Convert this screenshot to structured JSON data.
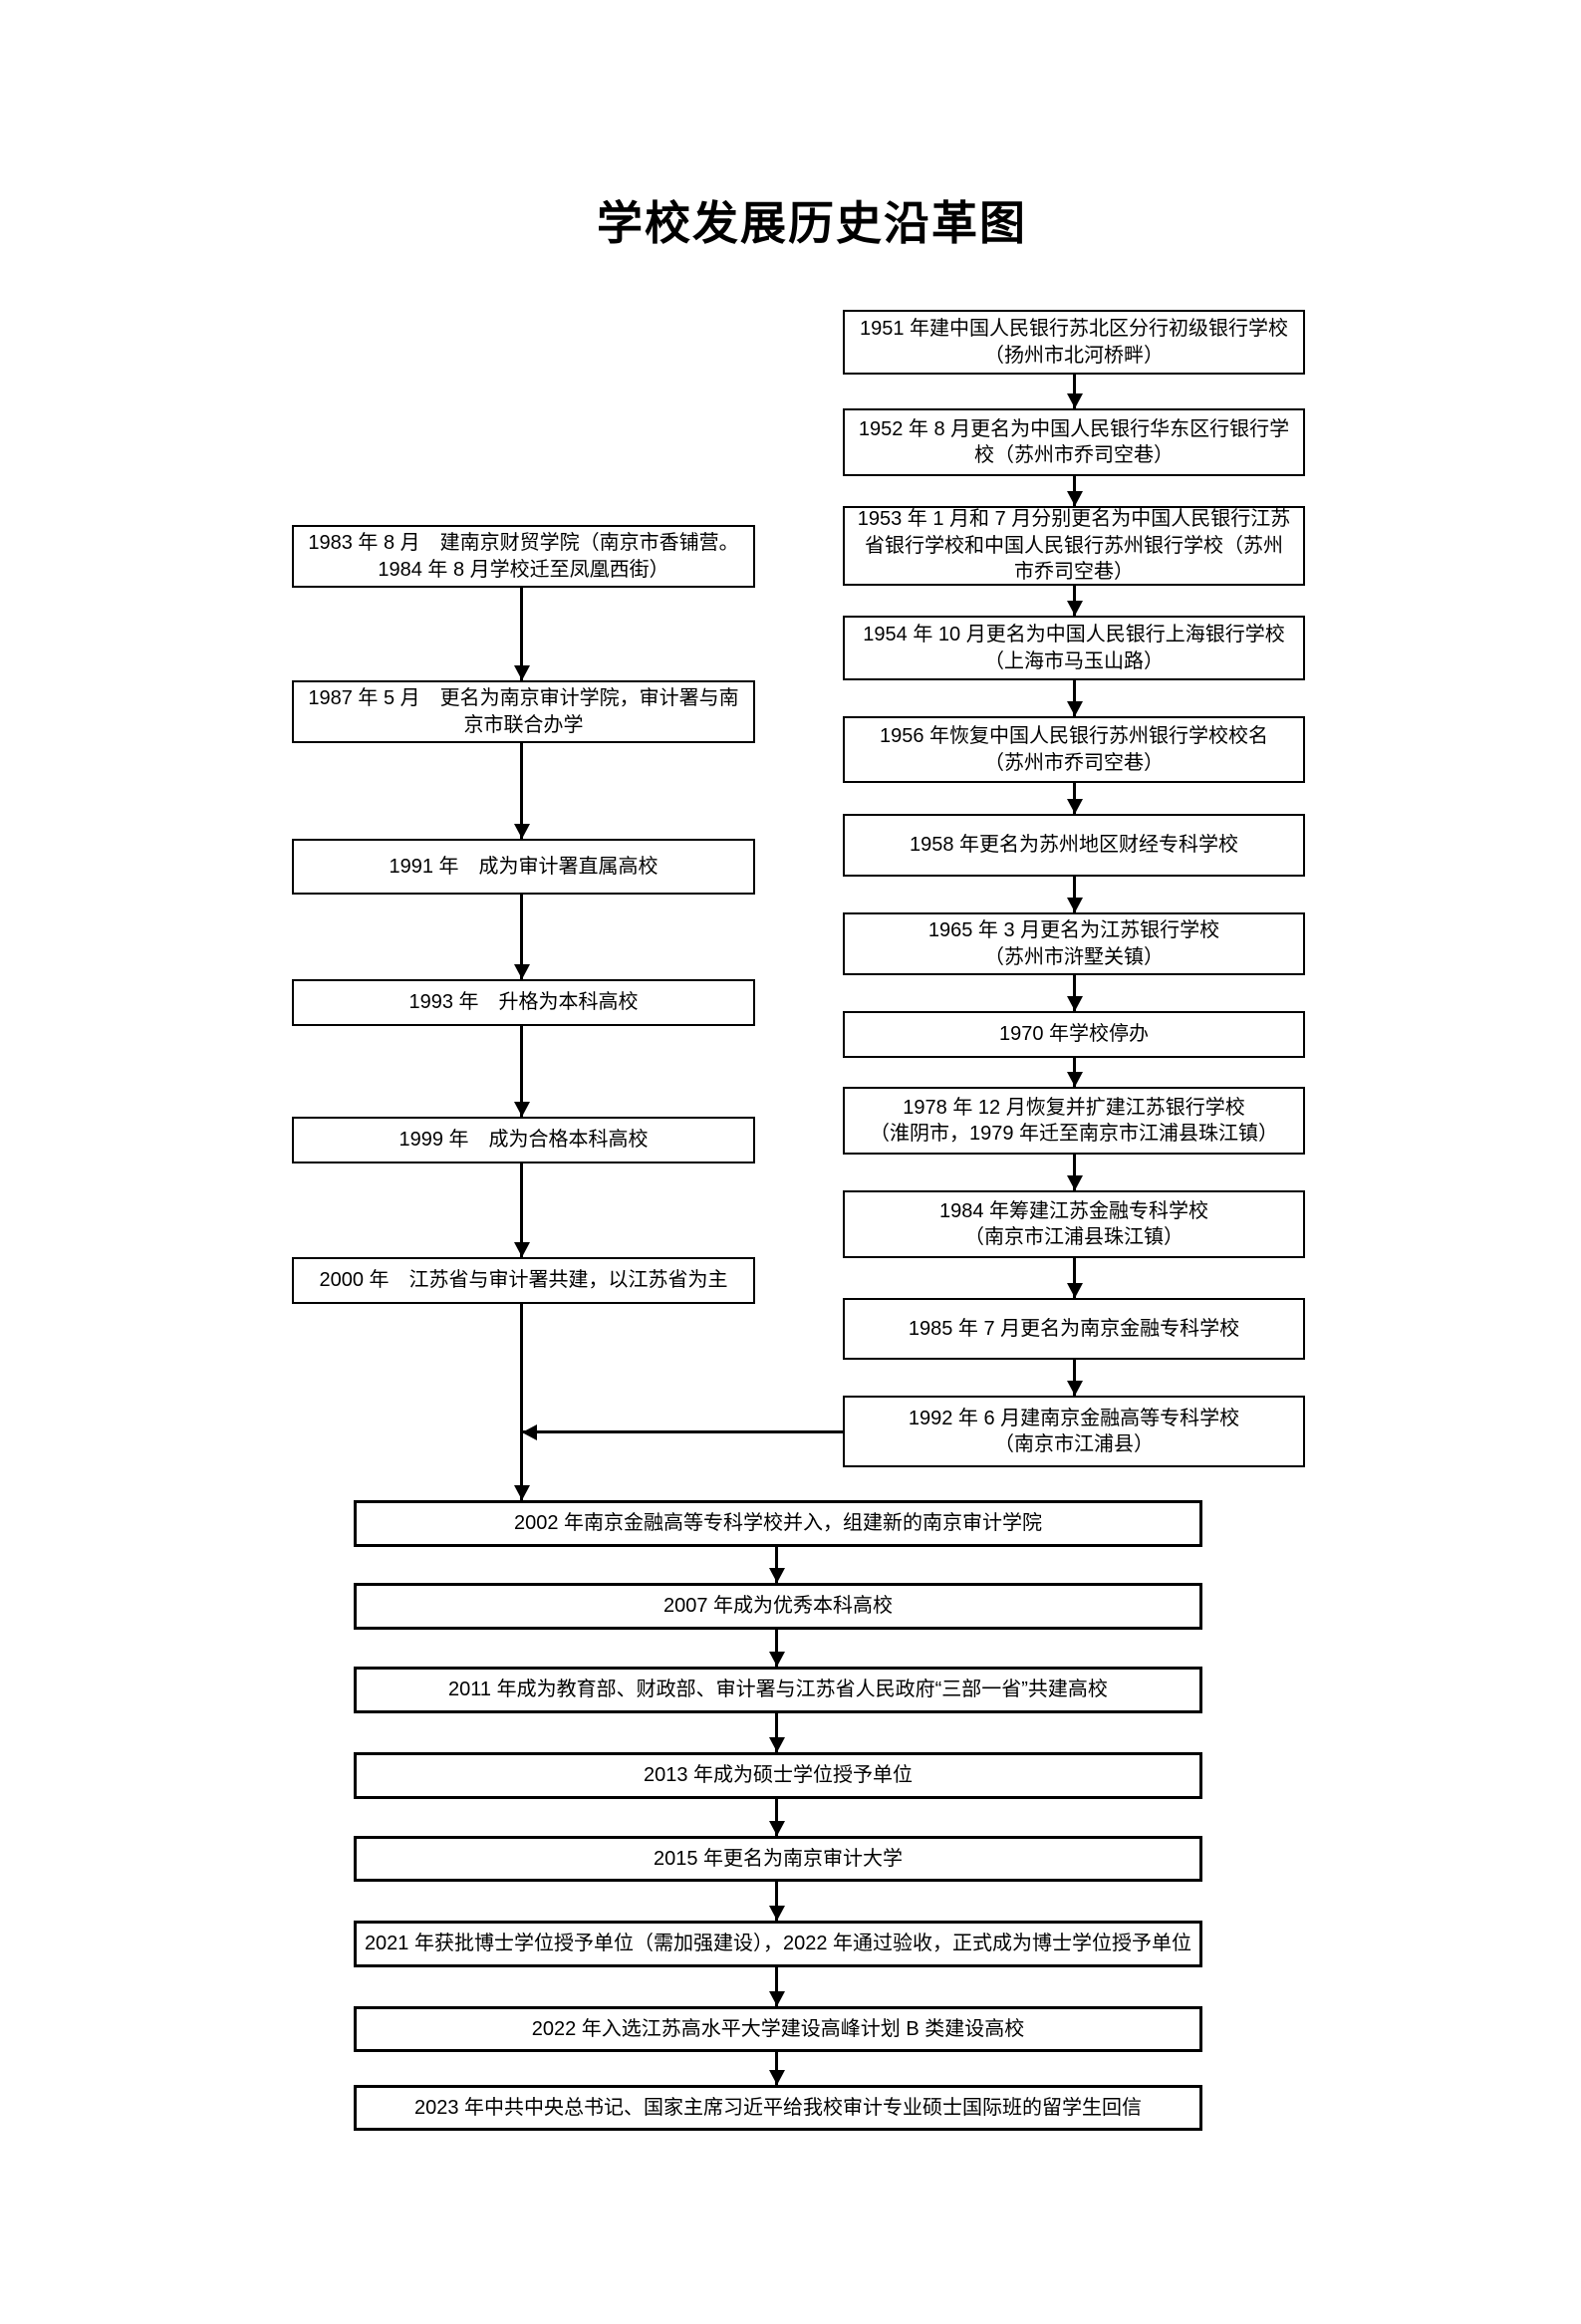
{
  "title": "学校发展历史沿革图",
  "colors": {
    "ink": "#000000",
    "background": "#ffffff"
  },
  "left_track": [
    {
      "year": "1983",
      "text": "1983 年 8 月　建南京财贸学院（南京市香铺营。\n1984 年 8 月学校迁至凤凰西街）"
    },
    {
      "year": "1987",
      "text": "1987 年 5 月　更名为南京审计学院，审计署与南\n京市联合办学"
    },
    {
      "year": "1991",
      "text": "1991 年　成为审计署直属高校"
    },
    {
      "year": "1993",
      "text": "1993 年　升格为本科高校"
    },
    {
      "year": "1999",
      "text": "1999 年　成为合格本科高校"
    },
    {
      "year": "2000",
      "text": "2000 年　江苏省与审计署共建，以江苏省为主"
    }
  ],
  "right_track": [
    {
      "year": "1951",
      "text": "1951 年建中国人民银行苏北区分行初级银行学校\n（扬州市北河桥畔）"
    },
    {
      "year": "1952",
      "text": "1952 年 8 月更名为中国人民银行华东区行银行学\n校（苏州市乔司空巷）"
    },
    {
      "year": "1953",
      "text": "1953 年 1 月和 7 月分别更名为中国人民银行江苏\n省银行学校和中国人民银行苏州银行学校（苏州\n市乔司空巷）"
    },
    {
      "year": "1954",
      "text": "1954 年 10 月更名为中国人民银行上海银行学校\n（上海市马玉山路）"
    },
    {
      "year": "1956",
      "text": "1956 年恢复中国人民银行苏州银行学校校名\n（苏州市乔司空巷）"
    },
    {
      "year": "1958",
      "text": "1958 年更名为苏州地区财经专科学校"
    },
    {
      "year": "1965",
      "text": "1965 年 3 月更名为江苏银行学校\n（苏州市浒墅关镇）"
    },
    {
      "year": "1970",
      "text": "1970 年学校停办"
    },
    {
      "year": "1978",
      "text": "1978 年 12 月恢复并扩建江苏银行学校\n（淮阴市，1979 年迁至南京市江浦县珠江镇）"
    },
    {
      "year": "1984",
      "text": "1984 年筹建江苏金融专科学校\n（南京市江浦县珠江镇）"
    },
    {
      "year": "1985",
      "text": "1985 年 7 月更名为南京金融专科学校"
    },
    {
      "year": "1992",
      "text": "1992 年 6 月建南京金融高等专科学校\n（南京市江浦县）"
    }
  ],
  "merged_track": [
    {
      "year": "2002",
      "text": "2002 年南京金融高等专科学校并入，组建新的南京审计学院"
    },
    {
      "year": "2007",
      "text": "2007 年成为优秀本科高校"
    },
    {
      "year": "2011",
      "text": "2011 年成为教育部、财政部、审计署与江苏省人民政府“三部一省”共建高校"
    },
    {
      "year": "2013",
      "text": "2013 年成为硕士学位授予单位"
    },
    {
      "year": "2015",
      "text": "2015 年更名为南京审计大学"
    },
    {
      "year": "2021",
      "text": "2021 年获批博士学位授予单位（需加强建设），2022 年通过验收，正式成为博士学位授予单位"
    },
    {
      "year": "2022",
      "text": "2022 年入选江苏高水平大学建设高峰计划 B 类建设高校"
    },
    {
      "year": "2023",
      "text": "2023 年中共中央总书记、国家主席习近平给我校审计专业硕士国际班的留学生回信"
    }
  ]
}
